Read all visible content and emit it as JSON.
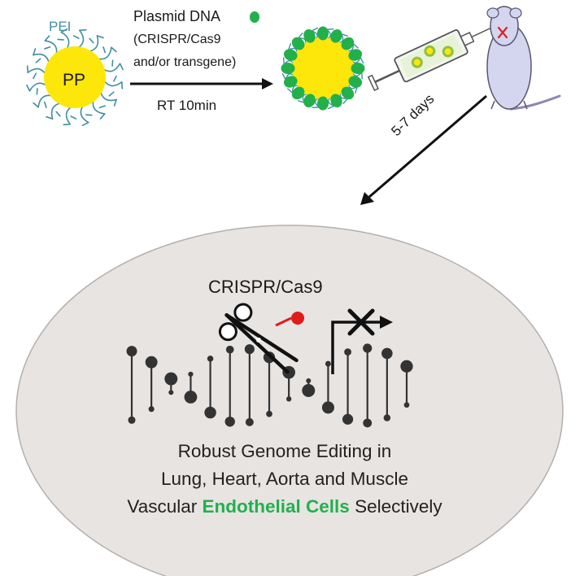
{
  "labels": {
    "pei": "PEI",
    "pp": "PP",
    "plasmid_line1": "Plasmid DNA",
    "plasmid_line2": "(CRISPR/Cas9",
    "plasmid_line3": "and/or transgene)",
    "incubation": "RT 10min",
    "duration": "5-7 days",
    "crispr": "CRISPR/Cas9"
  },
  "result": {
    "line1": "Robust Genome Editing in",
    "line2": "Lung, Heart, Aorta and Muscle",
    "line3_prefix": "Vascular ",
    "line3_highlight": "Endothelial Cells",
    "line3_suffix": " Selectively"
  },
  "colors": {
    "nanoparticle_core": "#fde60a",
    "pei_strands": "#3f8fa0",
    "plasmid_dna": "#22b04b",
    "highlight_text": "#22b04b",
    "oval_background": "#e7e4e2",
    "dna_ladder": "#333333",
    "mouse_body": "#d4d6f0",
    "injection_site_mark": "#e02020",
    "edit_marker": "#e01b1b"
  }
}
